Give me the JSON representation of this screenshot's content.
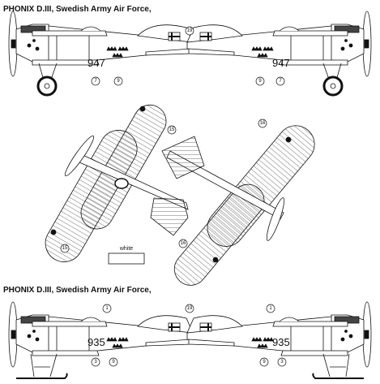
{
  "headings": {
    "top": "PHONIX D.III, Swedish Army Air Force,",
    "bottom": "PHONIX D.III, Swedish Army Air Force,"
  },
  "serials": {
    "upper": "947",
    "lower": "935"
  },
  "callouts": {
    "c1": "1",
    "c3": "3",
    "c7": "7",
    "c9": "9",
    "c15": "15",
    "c16": "16",
    "c19": "19"
  },
  "labels": {
    "white": "white"
  },
  "colors": {
    "line": "#111111",
    "background": "#ffffff"
  }
}
